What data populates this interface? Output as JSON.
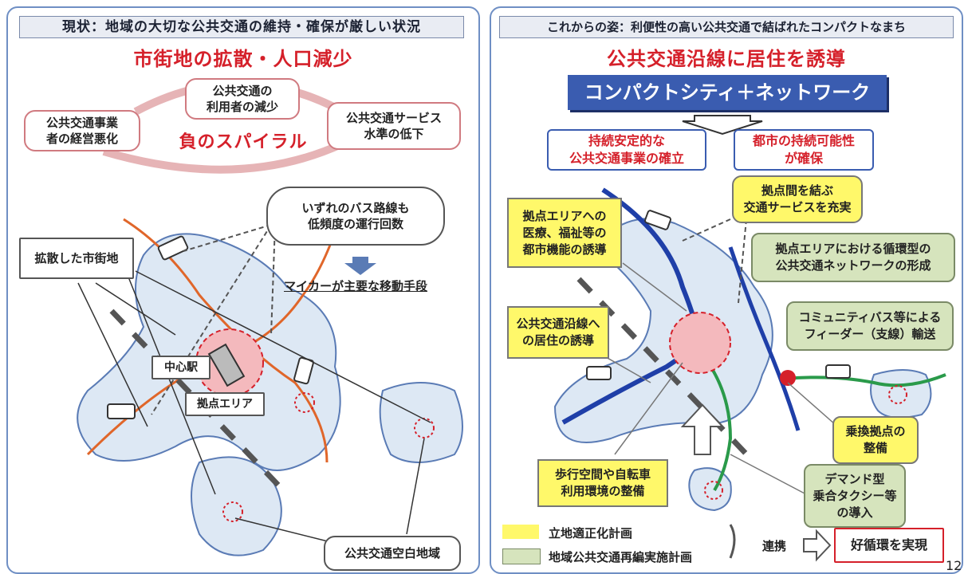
{
  "left": {
    "header": "現状：地域の大切な公共交通の維持・確保が厳しい状況",
    "title": "市街地の拡散・人口減少",
    "spiral": {
      "top": "公共交通の\n利用者の減少",
      "left": "公共交通事業\n者の経営悪化",
      "right": "公共交通サービス\n水準の低下",
      "center": "負のスパイラル"
    },
    "bus_note": "いずれのバス路線も\n低頻度の運行回数",
    "car_note": "マイカーが主要な移動手段",
    "sprawl_label": "拡散した市街地",
    "station_label": "中心駅",
    "hub_label": "拠点エリア",
    "empty_area_label": "公共交通空白地域"
  },
  "right": {
    "header": "これからの姿：利便性の高い公共交通で結ばれたコンパクトなまち",
    "title": "公共交通沿線に居住を誘導",
    "banner": "コンパクトシティ＋ネットワーク",
    "outcome_left": "持続安定的な\n公共交通事業の確立",
    "outcome_right": "都市の持続可能性\nが確保",
    "callouts": {
      "hub_functions": "拠点エリアへの\n医療、福祉等の\n都市機能の誘導",
      "hub_link": "拠点間を結ぶ\n交通サービスを充実",
      "hub_loop": "拠点エリアにおける循環型の\n公共交通ネットワークの形成",
      "residence": "公共交通沿線へ\nの居住の誘導",
      "feeder": "コミュニティバス等による\nフィーダー（支線）輸送",
      "walk_bike": "歩行空間や自転車\n利用環境の整備",
      "transfer": "乗換拠点の\n整備",
      "demand_taxi": "デマンド型\n乗合タクシー等\nの導入"
    },
    "legend": {
      "yellow": "立地適正化計画",
      "green": "地域公共交通再編実施計画",
      "link": "連携",
      "result": "好循環を実現"
    }
  },
  "page_number": "12",
  "colors": {
    "panel_border": "#6f8fc4",
    "title_red": "#d5202a",
    "banner_blue": "#3a5cb0",
    "callout_yellow": "#fff86a",
    "callout_green": "#d6e4bd",
    "route_orange": "#e0662a",
    "route_blue": "#1f3fa8",
    "route_green": "#2a9a4a",
    "area_fill": "#dde8f4",
    "hub_pink": "#f4b9bd"
  }
}
